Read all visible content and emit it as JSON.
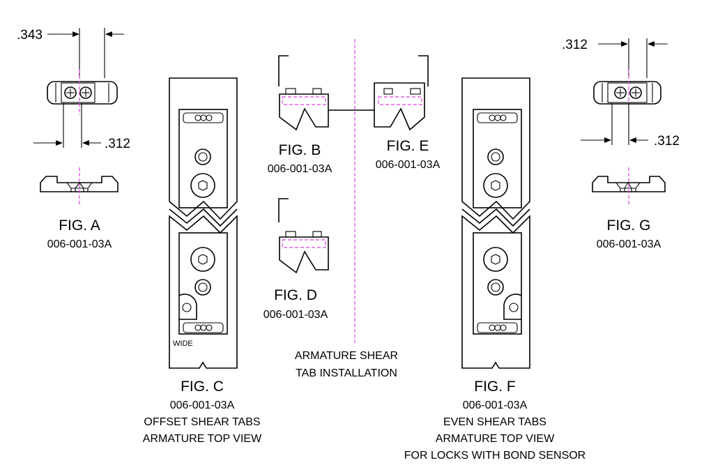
{
  "figures": {
    "a": {
      "title": "FIG. A",
      "part": "006-001-03A"
    },
    "b": {
      "title": "FIG. B",
      "part": "006-001-03A"
    },
    "c": {
      "title": "FIG. C",
      "part": "006-001-03A",
      "line1": "OFFSET SHEAR TABS",
      "line2": "ARMATURE TOP VIEW",
      "note": "WIDE"
    },
    "d": {
      "title": "FIG. D",
      "part": "006-001-03A"
    },
    "e": {
      "title": "FIG. E",
      "part": "006-001-03A"
    },
    "f": {
      "title": "FIG. F",
      "part": "006-001-03A",
      "line1": "EVEN SHEAR TABS",
      "line2": "ARMATURE TOP VIEW",
      "line3": "FOR LOCKS WITH BOND SENSOR"
    },
    "g": {
      "title": "FIG. G",
      "part": "006-001-03A"
    }
  },
  "dimensions": {
    "a_top": ".343",
    "a_bottom": ".312",
    "g_top": ".312",
    "g_bottom": ".312"
  },
  "center_note": {
    "line1": "ARMATURE SHEAR",
    "line2": "TAB INSTALLATION"
  },
  "colors": {
    "line": "#000000",
    "centerline": "#e040e0",
    "background": "#ffffff"
  }
}
